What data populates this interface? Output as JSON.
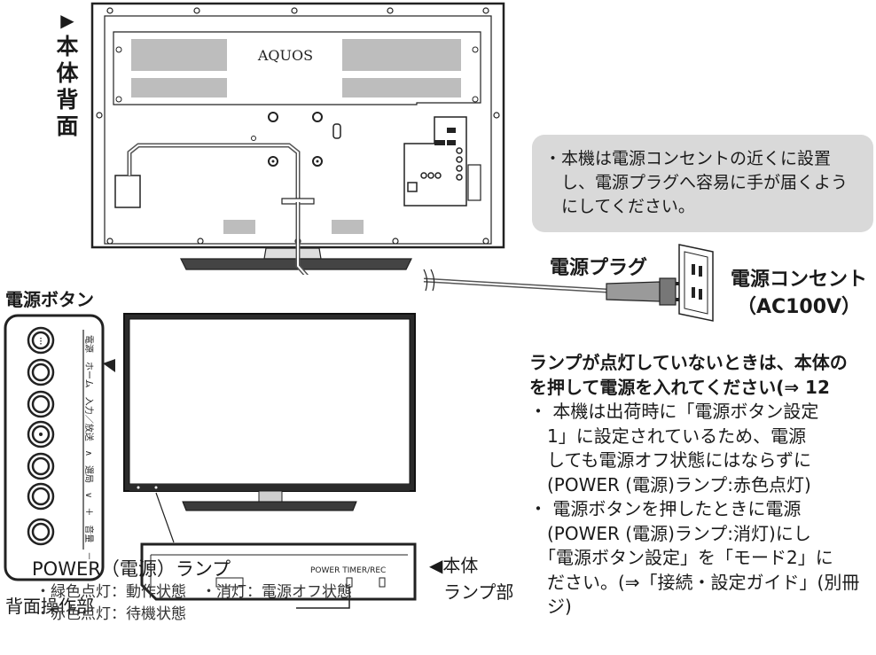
{
  "vertical_title": [
    "▶",
    "本",
    "体",
    "背",
    "面"
  ],
  "tv_logo": "AQUOS",
  "callout_lines": [
    "・本機は電源コンセントの近くに設置",
    "　し、電源プラグへ容易に手が届くよう",
    "　にしてください。"
  ],
  "plug_label": "電源プラグ",
  "outlet_label_1": "電源コンセント",
  "outlet_label_2": "（AC100V）",
  "power_button_label": "電源ボタン",
  "rear_panel_label": "背面操作部",
  "side_button_text": "電源　ホーム　入力／放送　∧　選局　∨　＋　音量　－",
  "front_panel_text": "POWER TIMER/REC",
  "lamp_area_label_1": "◀本体",
  "lamp_area_label_2": "ランプ部",
  "power_lamp_title": "POWER（電源）ランプ",
  "legend_1": "・緑色点灯：動作状態　・消灯：電源オフ状態",
  "legend_2": "・赤色点灯：待機状態",
  "right_heading_1": "ランプが点灯していないときは、本体の",
  "right_heading_2": "を押して電源を入れてください(⇒ 12",
  "bullet_1_lines": [
    "・ 本機は出荷時に「電源ボタン設定",
    "　1」に設定されているため、電源",
    "　しても電源オフ状態にはならずに",
    "　(POWER (電源)ランプ:赤色点灯)"
  ],
  "bullet_2_lines": [
    "・ 電源ボタンを押したときに電源",
    "　(POWER (電源)ランプ:消灯)にし",
    "　「電源ボタン設定」を「モード2」に",
    "　ださい。(⇒「接続・設定ガイド」(別冊",
    "　ジ)"
  ]
}
